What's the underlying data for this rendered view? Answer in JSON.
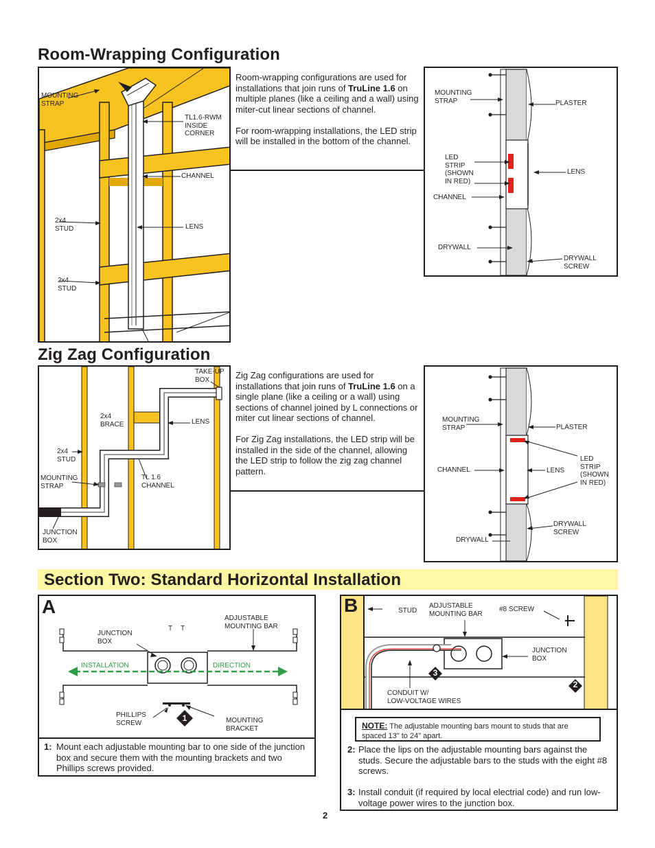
{
  "room_wrapping": {
    "title": "Room-Wrapping Configuration",
    "text_p1_a": "Room-wrapping configurations are used for installations that join runs of ",
    "text_p1_brand": "TruLine 1.6",
    "text_p1_b": " on multiple planes (like a ceiling and a wall) using miter-cut linear sections of channel.",
    "text_p2": "For room-wrapping installations, the LED strip will be installed in the bottom of the channel.",
    "left_labels": {
      "mounting_strap": "MOUNTING\nSTRAP",
      "inside_corner": "TL1.6-RWM\nINSIDE\nCORNER",
      "channel": "CHANNEL",
      "stud_1": "2x4\nSTUD",
      "lens": "LENS",
      "stud_2": "2x4\nSTUD"
    },
    "right_labels": {
      "mounting_strap": "MOUNTING\nSTRAP",
      "plaster": "PLASTER",
      "led_strip": "LED\nSTRIP\n(SHOWN\nIN RED)",
      "lens": "LENS",
      "channel": "CHANNEL",
      "drywall": "DRYWALL",
      "drywall_screw": "DRYWALL\nSCREW"
    }
  },
  "zig_zag": {
    "title": "Zig Zag Configuration",
    "text_p1_a": "Zig Zag configurations are used for installations that join runs of ",
    "text_p1_brand": "TruLine 1.6",
    "text_p1_b": " on a single plane (like a ceiling or a wall) using sections of channel joined by L connections or miter cut linear sections of channel.",
    "text_p2": "For Zig Zag installations, the LED strip will be installed in the side of the channel, allowing the LED strip to follow the zig zag channel pattern.",
    "left_labels": {
      "take_up_box": "TAKE-UP\nBOX",
      "brace": "2x4\nBRACE",
      "lens": "LENS",
      "stud": "2x4\nSTUD",
      "mounting_strap": "MOUNTING\nSTRAP",
      "channel": "TL 1.6\nCHANNEL",
      "junction_box": "JUNCTION\nBOX"
    },
    "right_labels": {
      "mounting_strap": "MOUNTING\nSTRAP",
      "plaster": "PLASTER",
      "led_strip": "LED\nSTRIP\n(SHOWN\nIN RED)",
      "channel": "CHANNEL",
      "lens": "LENS",
      "drywall_screw": "DRYWALL\nSCREW",
      "drywall": "DRYWALL"
    }
  },
  "section_two": {
    "title": "Section Two: Standard Horizontal Installation",
    "panel_a": {
      "letter": "A",
      "labels": {
        "junction_box": "JUNCTION\nBOX",
        "adjustable_bar": "ADJUSTABLE\nMOUNTING BAR",
        "installation": "INSTALLATION",
        "direction": "DIRECTION",
        "phillips_screw": "PHILLIPS\nSCREW",
        "mounting_bracket": "MOUNTING\nBRACKET",
        "step_badge": "1"
      },
      "step1_num": "1:",
      "step1_text": "Mount each adjustable mounting bar to one side of the junction box and secure them with the mounting brackets and two Phillips screws provided."
    },
    "panel_b": {
      "letter": "B",
      "labels": {
        "stud": "STUD",
        "adjustable_bar": "ADJUSTABLE\nMOUNTING BAR",
        "screw": "#8 SCREW",
        "junction_box": "JUNCTION\nBOX",
        "conduit": "CONDUIT W/\nLOW-VOLTAGE WIRES",
        "badge_3": "3",
        "badge_2": "2"
      },
      "note_label": "NOTE:",
      "note_text": " The adjustable mounting bars mount to studs that are spaced 13\" to 24\" apart.",
      "step2_num": "2:",
      "step2_text": "Place the lips on the adjustable mounting bars against the studs. Secure the adjustable bars to the studs with the eight #8 screws.",
      "step3_num": "3:",
      "step3_text": "Install conduit (if required by local electrial code) and run low-voltage power wires to the junction box."
    }
  },
  "page_number": "2",
  "colors": {
    "wood": "#f9c31f",
    "wood_dark": "#e0a800",
    "led_red": "#e2231a",
    "arrow_green": "#2e9e45",
    "section_band": "#fdf6a4",
    "ink": "#231f20"
  }
}
